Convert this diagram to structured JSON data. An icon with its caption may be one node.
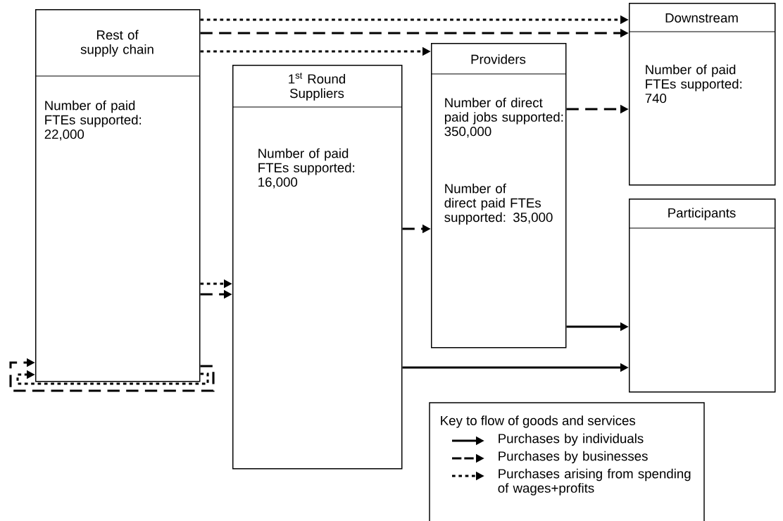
{
  "diagram": {
    "nodes": [
      {
        "text": [
          "Rest of supply chain",
          "Number of paid FTEs supported: 22,000"
        ]
      },
      {
        "text": [
          "1$^{st}$ Round Suppliers",
          "Number of paid FTEs supported: 16,000"
        ]
      },
      {
        "text": [
          "Providers",
          "Number of direct paid jobs supported: 350,000",
          "Number of direct paid FTEs supported: 35,000"
        ]
      },
      {
        "text": [
          "Downstream",
          "Number of paid FTEs supported: 740"
        ]
      },
      {
        "text": [
          "Participants"
        ]
      }
    ],
    "edges": [
      {
        "from": 0,
        "to": 3,
        "arrow": "to",
        "style": "dashed"
      },
      {
        "from": 0,
        "to": 3,
        "arrow": "to",
        "style": "dashed"
      },
      {
        "from": 0,
        "to": 2,
        "arrow": "to",
        "style": "dashed"
      },
      {
        "from": 0,
        "to": 1,
        "arrow": "to",
        "style": "dashed"
      },
      {
        "from": 0,
        "to": 1,
        "arrow": "to",
        "style": "dashed"
      },
      {
        "from": 0,
        "to": 0,
        "arrow": "to",
        "style": "dashed"
      },
      {
        "from": 0,
        "to": 0,
        "arrow": "to",
        "style": "dashed"
      },
      {
        "from": 1,
        "to": 2,
        "arrow": "to",
        "style": "dashed"
      },
      {
        "from": 2,
        "to": 3,
        "arrow": "to",
        "style": "dashed"
      },
      {
        "from": 2,
        "to": 4,
        "arrow": "to"
      },
      {
        "from": 1,
        "to": 4,
        "arrow": "to"
      }
    ],
    "labels": [
      "Key to flow of goods and services"
    ],
    "legend": [
      {
        "text": "Purchases by individuals"
      },
      {
        "text": "Purchases by businesses"
      },
      {
        "text": "Purchases arising from spending of wages+profits"
      }
    ]
  }
}
